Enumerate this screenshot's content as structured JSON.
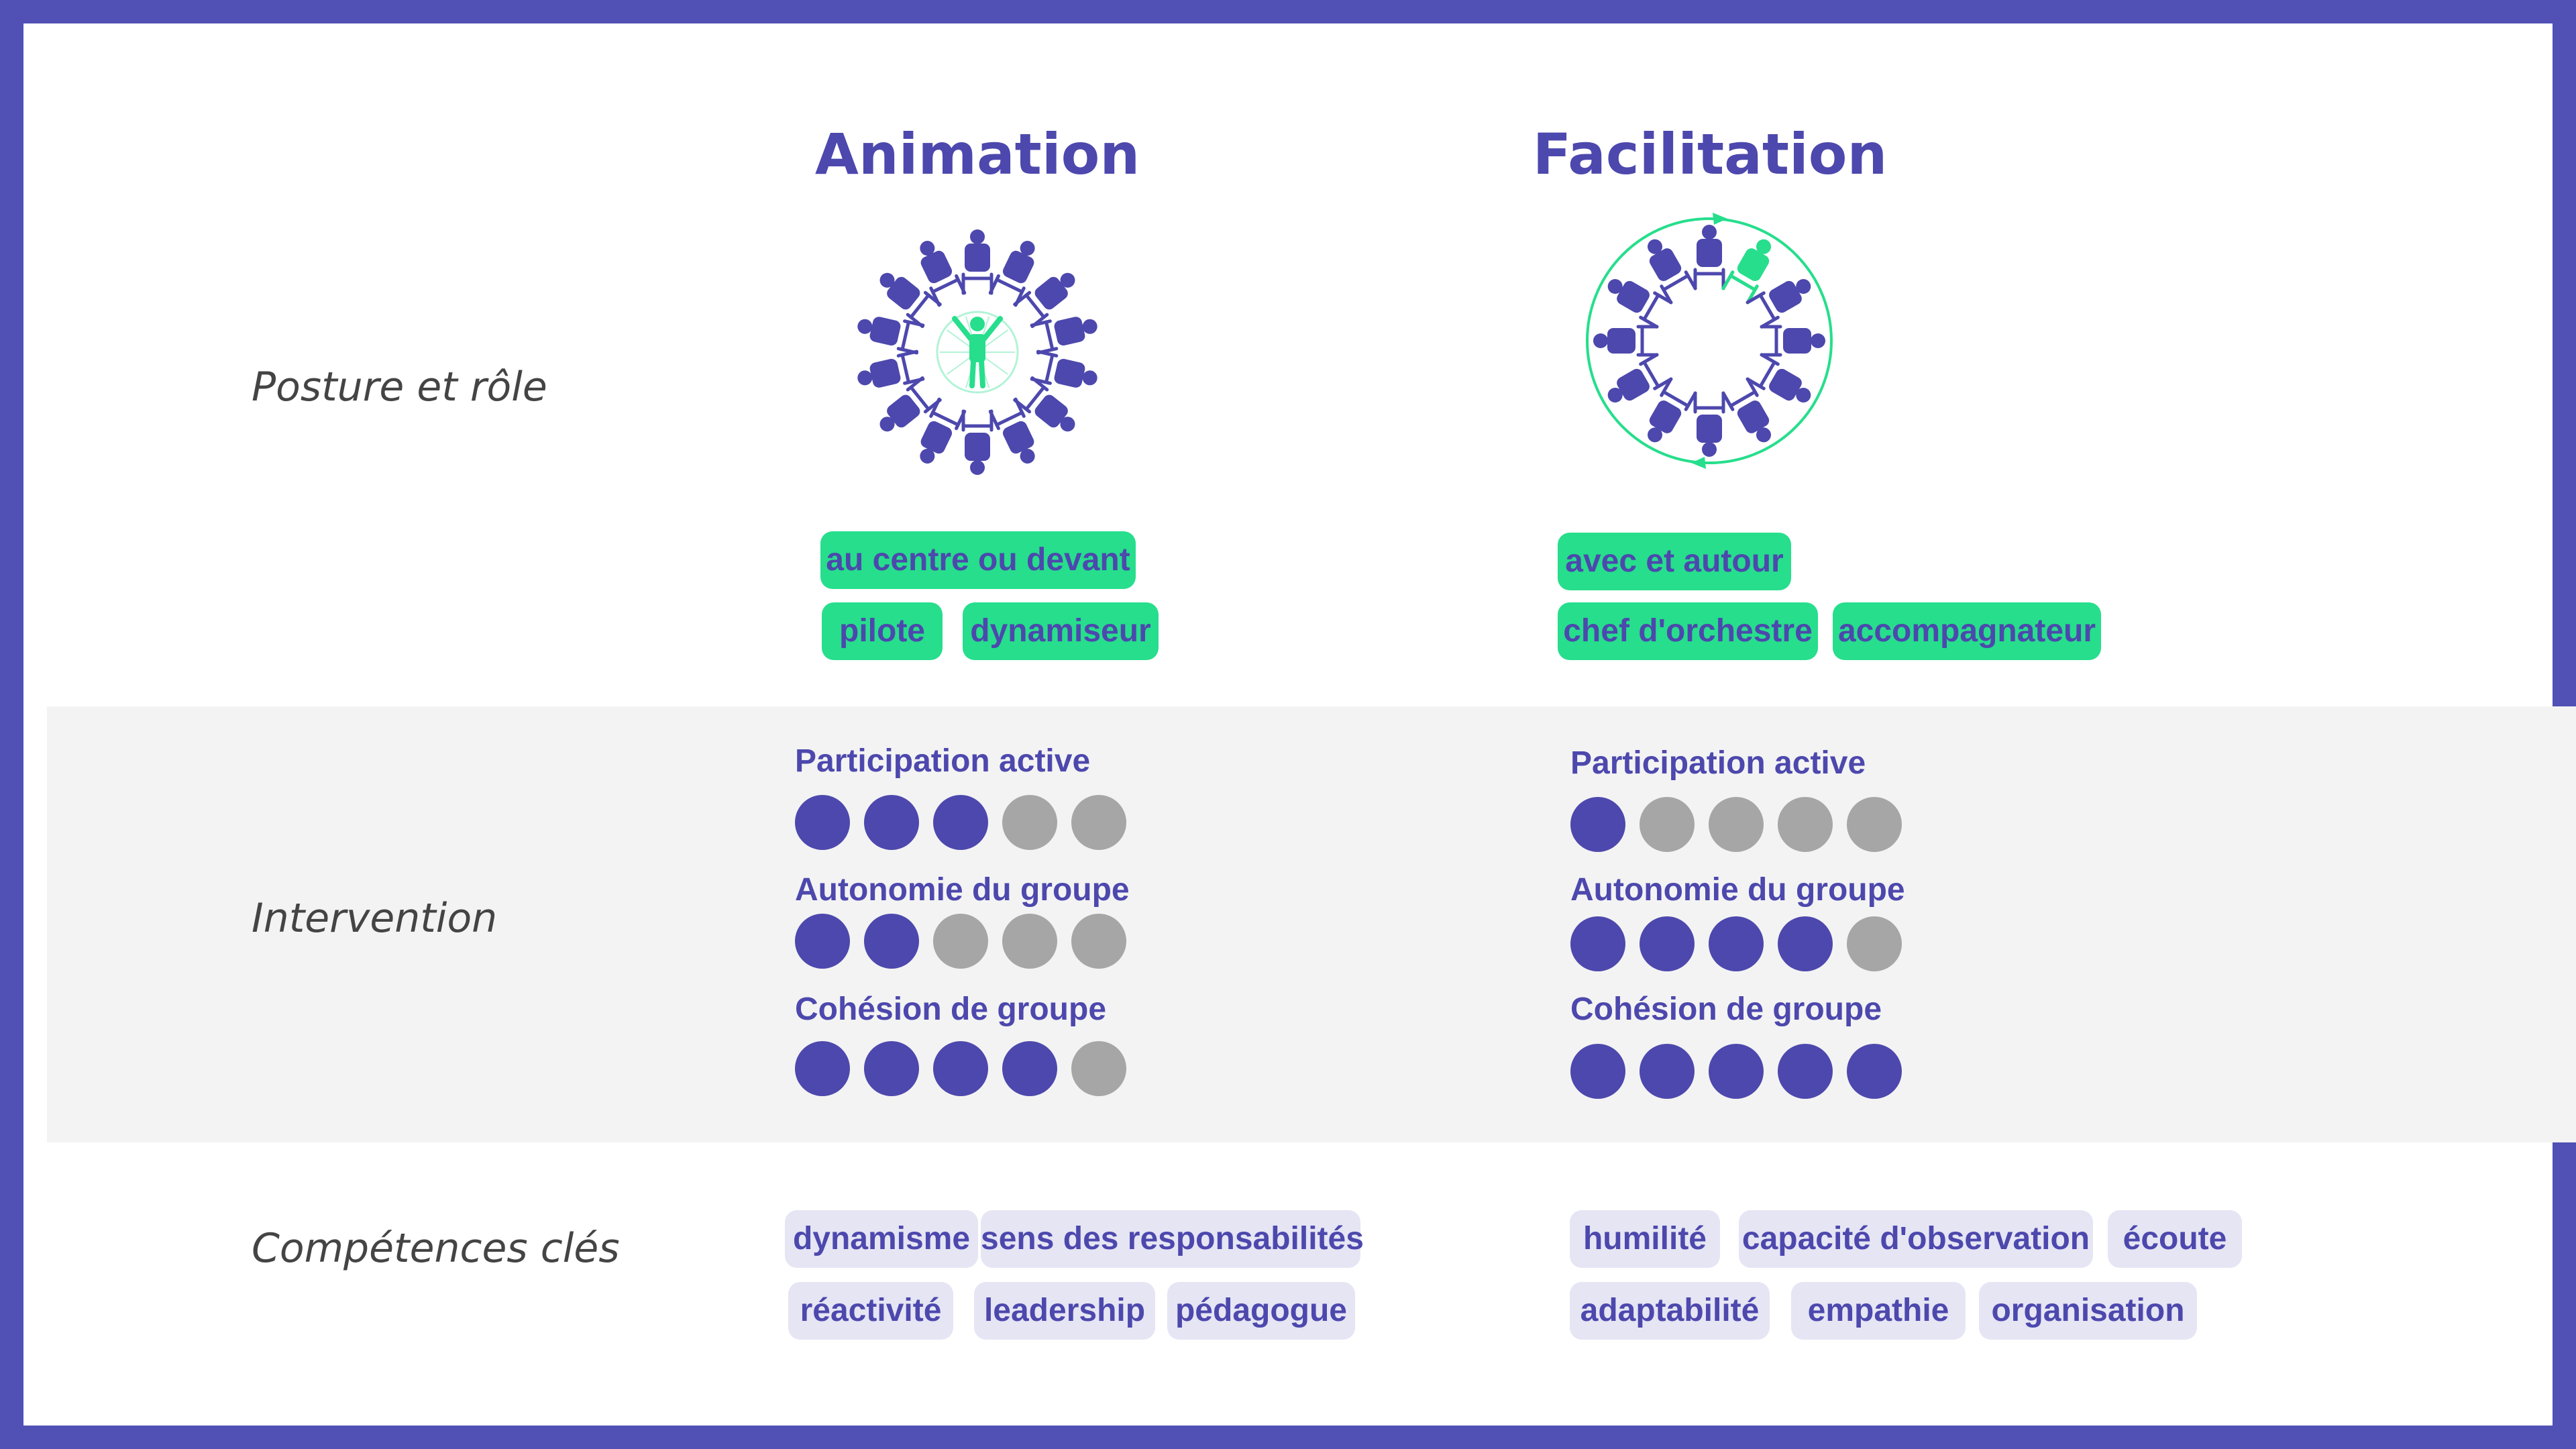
{
  "colors": {
    "brand": "#4d48ad",
    "frame": "#5050b5",
    "accent_green": "#26de8c",
    "dot_inactive": "#a6a6a6",
    "tag_lavender": "#e5e5f4",
    "band_grey": "#f3f3f3"
  },
  "rows": {
    "posture": "Posture et rôle",
    "intervention": "Intervention",
    "competences": "Compétences clés"
  },
  "columns": [
    {
      "title": "Animation",
      "illustration_icon": "people-circle-center-leader-icon",
      "posture_tags": [
        "au centre ou devant",
        "pilote",
        "dynamiseur"
      ],
      "metrics": [
        {
          "label": "Participation active",
          "value": 3,
          "max": 5
        },
        {
          "label": "Autonomie du groupe",
          "value": 2,
          "max": 5
        },
        {
          "label": "Cohésion de groupe",
          "value": 4,
          "max": 5
        }
      ],
      "skills": [
        "dynamisme",
        "sens des responsabilités",
        "réactivité",
        "leadership",
        "pédagogue"
      ]
    },
    {
      "title": "Facilitation",
      "illustration_icon": "people-circle-facilitator-in-circle-icon",
      "posture_tags": [
        "avec et autour",
        "chef d'orchestre",
        "accompagnateur"
      ],
      "metrics": [
        {
          "label": "Participation active",
          "value": 1,
          "max": 5
        },
        {
          "label": "Autonomie du groupe",
          "value": 4,
          "max": 5
        },
        {
          "label": "Cohésion de groupe",
          "value": 5,
          "max": 5
        }
      ],
      "skills": [
        "humilité",
        "capacité d'observation",
        "écoute",
        "adaptabilité",
        "empathie",
        "organisation"
      ]
    }
  ]
}
